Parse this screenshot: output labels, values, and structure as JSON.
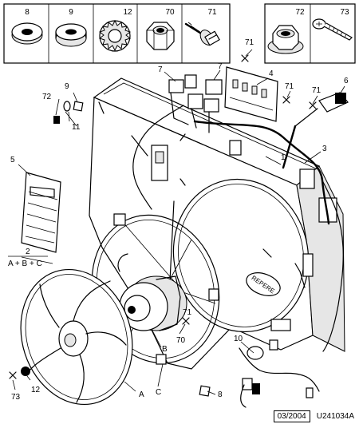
{
  "parts_strip": {
    "items": [
      {
        "ref": "8",
        "icon": "rubber-grommet-icon"
      },
      {
        "ref": "9",
        "icon": "rubber-bush-icon"
      },
      {
        "ref": "12",
        "icon": "toothed-washer-icon"
      },
      {
        "ref": "70",
        "icon": "hex-nut-icon"
      },
      {
        "ref": "71",
        "icon": "screw-with-washer-icon"
      },
      {
        "ref": "72",
        "icon": "flanged-nut-icon"
      },
      {
        "ref": "73",
        "icon": "cross-head-screw-icon"
      }
    ]
  },
  "callouts": {
    "c1": "1",
    "c2": "2",
    "c2_formula": "A + B + C",
    "c3": "3",
    "c4": "4",
    "c5": "5",
    "c6": "6",
    "c7a": "7",
    "c7b": "7",
    "c8": "8",
    "c9": "9",
    "c10": "10",
    "c11": "11",
    "c12": "12",
    "c70": "70",
    "c71a": "71",
    "c71b": "71",
    "c71c": "71",
    "c71d": "71",
    "c72": "72",
    "c73": "73",
    "cA": "A",
    "cB": "B",
    "cC": "C"
  },
  "label_repere": "REPERE",
  "stamp": {
    "date": "03/2004",
    "code": "U241034A"
  }
}
